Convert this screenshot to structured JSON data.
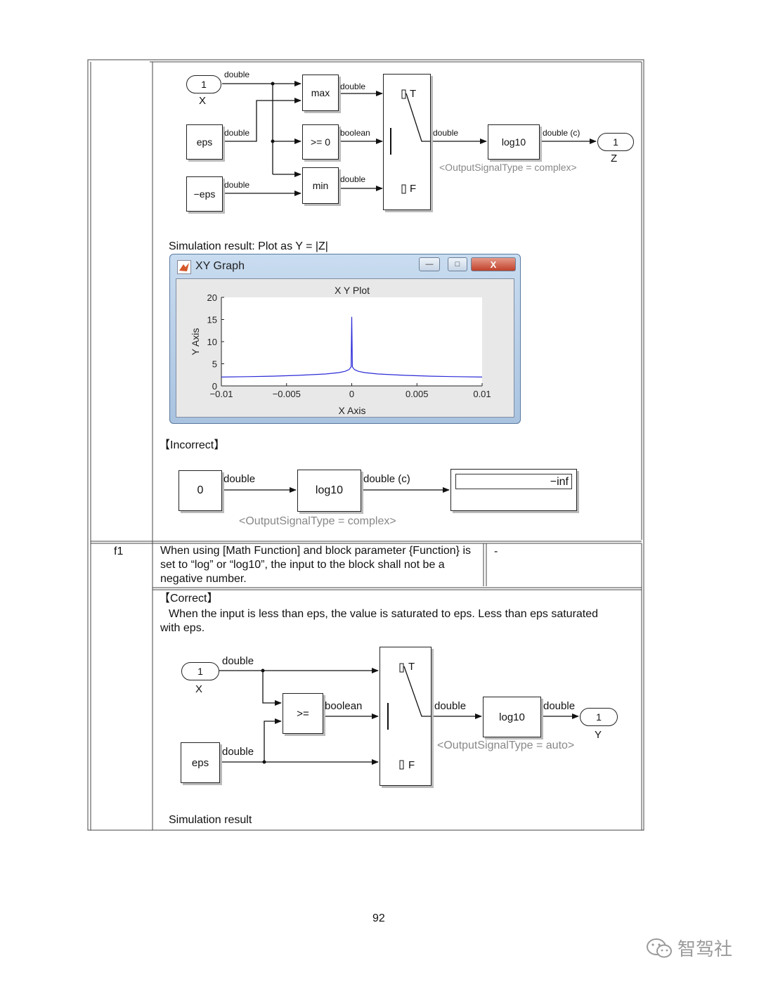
{
  "top_diagram": {
    "in_port_num": "1",
    "in_port_name": "X",
    "const_eps": "eps",
    "const_neg_eps": "−eps",
    "sig_double": "double",
    "sig_boolean": "boolean",
    "sig_double_c": "double (c)",
    "max_label": "max",
    "ge_label": ">= 0",
    "min_label": "min",
    "switch_t": "T",
    "switch_f": "F",
    "log_label": "log10",
    "out_port_num": "1",
    "out_port_name": "Z",
    "note": "<OutputSignalType = complex>"
  },
  "sim_caption": "Simulation result: Plot as Y = |Z|",
  "xy_window": {
    "title": "XY Graph",
    "plot_title": "X Y Plot",
    "xlabel": "X Axis",
    "ylabel": "Y Axis",
    "btn_min": "—",
    "btn_max": "□",
    "btn_close": "X"
  },
  "chart_data": {
    "type": "line",
    "title": "X Y Plot",
    "xlabel": "X Axis",
    "ylabel": "Y Axis",
    "xlim": [
      -0.01,
      0.01
    ],
    "ylim": [
      0,
      20
    ],
    "xticks": [
      "−0.01",
      "−0.005",
      "0",
      "0.005",
      "0.01"
    ],
    "yticks": [
      "0",
      "5",
      "10",
      "15",
      "20"
    ],
    "x": [
      -0.01,
      -0.008,
      -0.006,
      -0.004,
      -0.002,
      -0.001,
      -0.0005,
      -0.0002,
      -5e-05,
      0,
      5e-05,
      0.0002,
      0.0005,
      0.001,
      0.002,
      0.004,
      0.006,
      0.008,
      0.01
    ],
    "y": [
      2.0,
      2.1,
      2.2,
      2.4,
      2.7,
      3.0,
      3.3,
      3.7,
      4.3,
      15.6,
      4.3,
      3.7,
      3.3,
      3.0,
      2.7,
      2.4,
      2.2,
      2.1,
      2.0
    ],
    "line_color": "#2b2bd8"
  },
  "incorrect": {
    "heading": "【Incorrect】",
    "const_value": "0",
    "sig_double": "double",
    "log_label": "log10",
    "sig_double_c": "double (c)",
    "display_value": "−inf",
    "note": "<OutputSignalType = complex>"
  },
  "row_f1": {
    "id": "f1",
    "description": "When using [Math Function] and block parameter {Function} is set to “log” or “log10”, the input to the block shall not be a negative number.",
    "dash": "-"
  },
  "correct": {
    "heading": "【Correct】",
    "text": "When the input is less than eps, the value is saturated to eps. Less than eps saturated with eps.",
    "in_port_num": "1",
    "in_port_name": "X",
    "const_eps": "eps",
    "sig_double": "double",
    "sig_boolean": "boolean",
    "ge_label": ">=",
    "switch_t": "T",
    "switch_f": "F",
    "log_label": "log10",
    "out_port_num": "1",
    "out_port_name": "Y",
    "note": "<OutputSignalType = auto>",
    "sim_caption": "Simulation result"
  },
  "page_number": "92",
  "watermark": "智驾社"
}
